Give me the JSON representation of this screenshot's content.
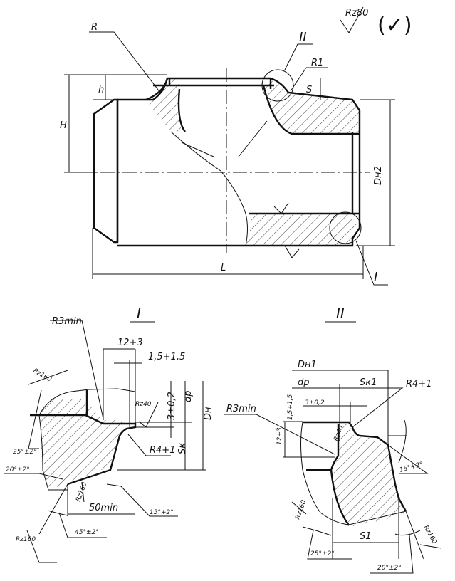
{
  "main_view": {
    "roughness_general": "Rz80",
    "roughness_rest": "(✓)",
    "labels": {
      "R": "R",
      "II": "II",
      "R1": "R1",
      "S": "S",
      "h": "h",
      "H": "H",
      "DH2": "Dн2",
      "L": "L",
      "I": "I"
    }
  },
  "detail_I": {
    "title": "I",
    "labels": {
      "r3min": "R3min",
      "len12": "12+3",
      "len1_5": "1,5+1,5",
      "rz160_top": "Rz160",
      "dim3": "3±0,2",
      "dp": "dр",
      "dh": "Dн",
      "rz40": "Rz40",
      "ang25": "25°±2°",
      "r4": "R4+1",
      "sk": "Sк",
      "ang20": "20°±2°",
      "rz160_mid": "Rz160",
      "min50": "50min",
      "ang15": "15°+2°",
      "rz160_bot": "Rz160",
      "ang45": "45°±2°"
    }
  },
  "detail_II": {
    "title": "II",
    "labels": {
      "dh1": "Dн1",
      "dp": "dр",
      "sk1": "Sк1",
      "r4": "R4+1",
      "len1_5": "1,5+1,5",
      "dim3": "3±0,2",
      "r3min": "R3min",
      "len12": "12+3",
      "rz40": "Rz40",
      "ang15": "15°+2°",
      "rz160_left": "Rz160",
      "rz160_right": "Rz160",
      "s1": "S1",
      "ang25": "25°±2°",
      "ang20": "20°±2°"
    }
  }
}
